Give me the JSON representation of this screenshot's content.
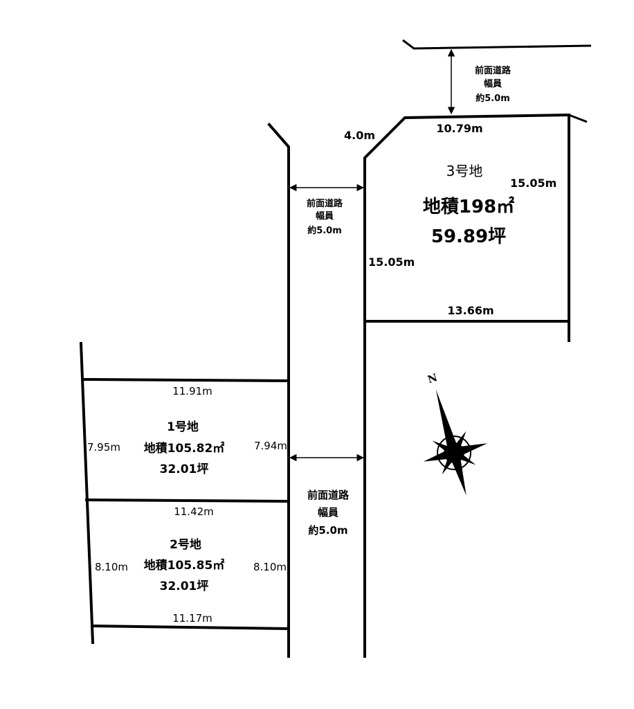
{
  "road_labels": {
    "top": [
      "前面道路",
      "幅員",
      "約5.0m"
    ],
    "middle": [
      "前面道路",
      "幅員",
      "約5.0m"
    ],
    "bottom": [
      "前面道路",
      "幅員",
      "約5.0m"
    ]
  },
  "lot3": {
    "name": "3号地",
    "area": "地積198㎡",
    "tsubo": "59.89坪",
    "corner": "4.0m",
    "top": "10.79m",
    "right": "15.05m",
    "left": "15.05m",
    "bottom": "13.66m"
  },
  "lot1": {
    "name": "1号地",
    "area": "地積105.82㎡",
    "tsubo": "32.01坪",
    "top": "11.91m",
    "left": "7.95m",
    "right": "7.94m"
  },
  "lot2": {
    "name": "2号地",
    "area": "地積105.85㎡",
    "tsubo": "32.01坪",
    "top": "11.42m",
    "left": "8.10m",
    "right": "8.10m",
    "bottom": "11.17m"
  },
  "compass": {
    "label": "N"
  }
}
